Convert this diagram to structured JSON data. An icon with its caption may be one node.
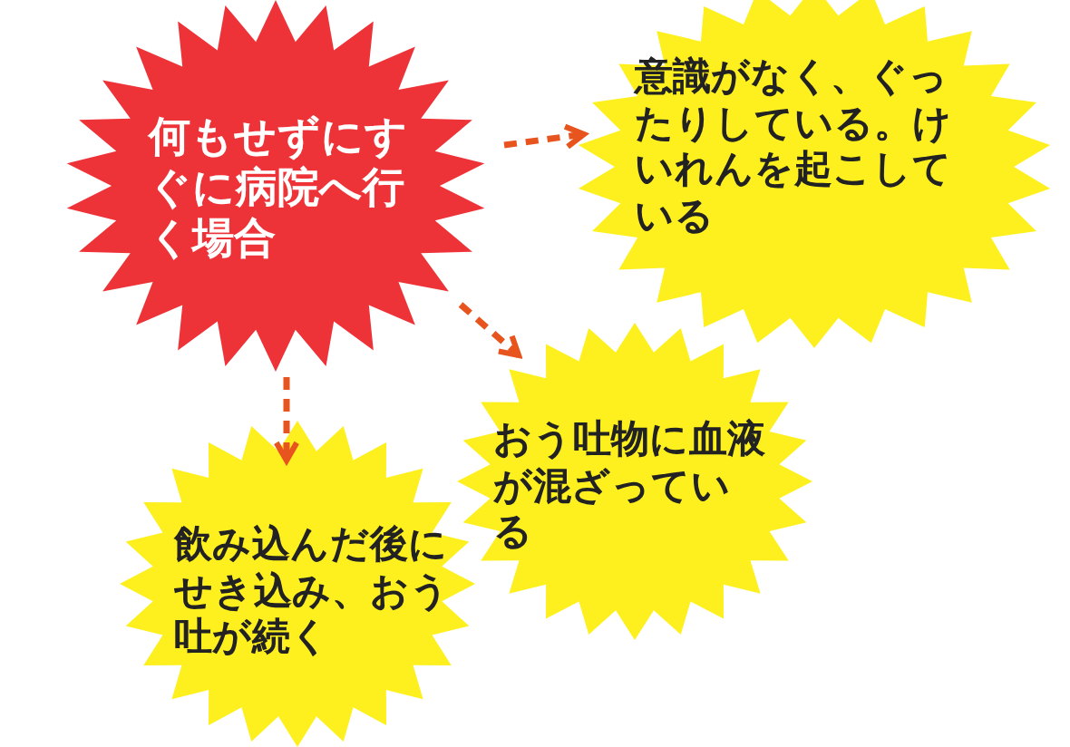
{
  "diagram": {
    "nodes": [
      {
        "text": [
          "何もせずにすぐに病院へ行く場合"
        ]
      },
      {
        "text": [
          "意識がなく、ぐったりしている。けいれんを起こしている"
        ]
      },
      {
        "text": [
          "おう吐物に血液が混ざっている"
        ]
      },
      {
        "text": [
          "飲み込んだ後にせき込み、おう吐が続く"
        ]
      }
    ],
    "edges": [
      {
        "from": 0,
        "to": 1,
        "arrow": "to",
        "style": "dashed"
      },
      {
        "from": 0,
        "to": 2,
        "arrow": "to",
        "style": "dashed"
      },
      {
        "from": 0,
        "to": 3,
        "arrow": "to",
        "style": "dashed"
      }
    ]
  }
}
